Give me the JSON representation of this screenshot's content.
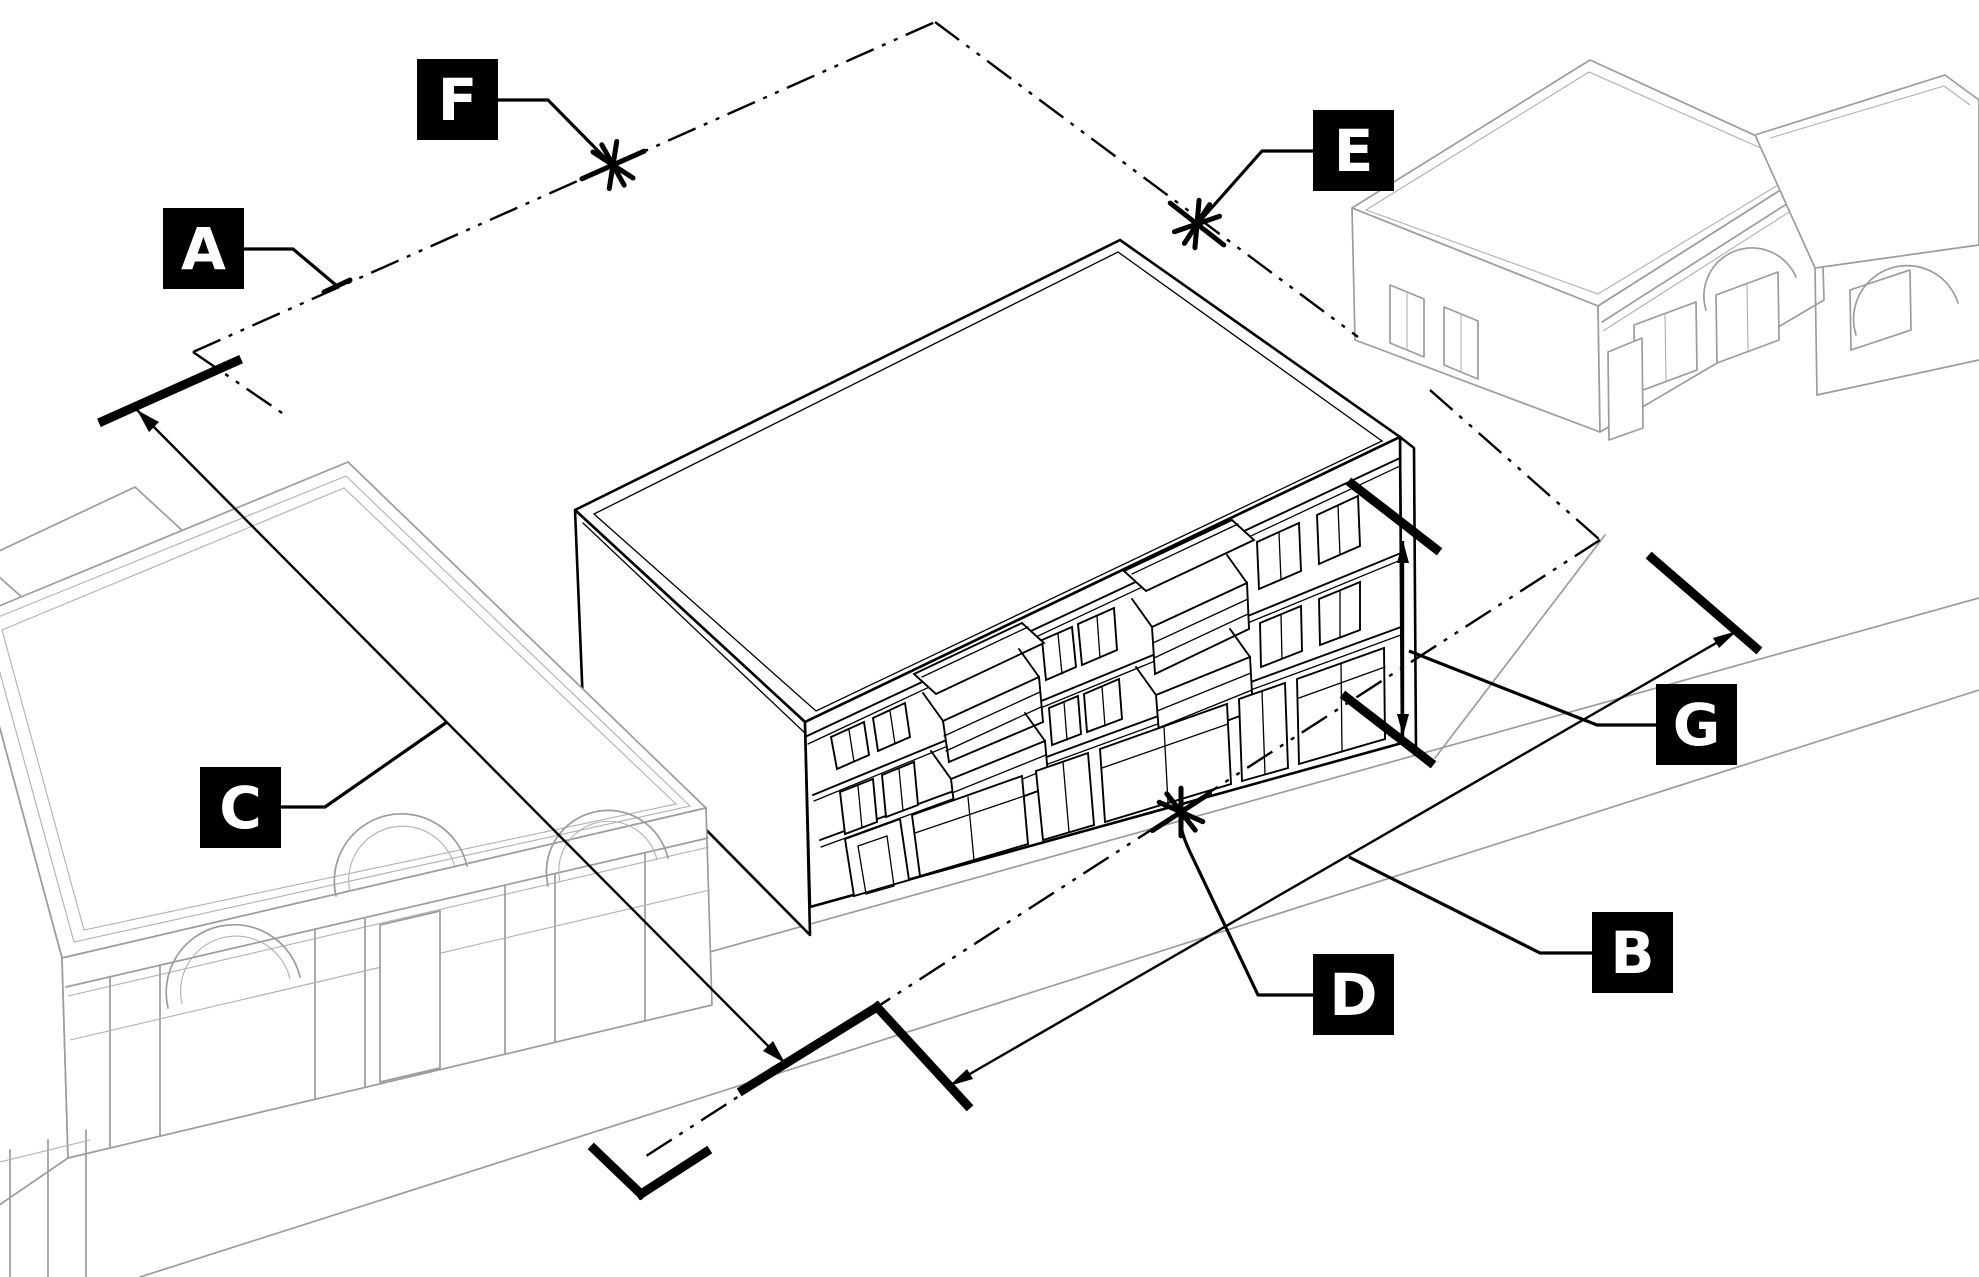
{
  "figure": {
    "callouts": [
      {
        "letter": "A"
      },
      {
        "letter": "B"
      },
      {
        "letter": "C"
      },
      {
        "letter": "D"
      },
      {
        "letter": "E"
      },
      {
        "letter": "F"
      },
      {
        "letter": "G"
      }
    ],
    "colors": {
      "ink": "#000000",
      "paper": "#ffffff",
      "context_gray": "#9c9c9c",
      "label_background": "#000000",
      "label_letter": "#ffffff"
    },
    "icons": {
      "lot_line_marker": "asterisk-marker",
      "lot_line_style": "dash-dot-dot-phantom-line",
      "dimension_line_ends": "arrowhead-with-oblique-tick"
    }
  }
}
